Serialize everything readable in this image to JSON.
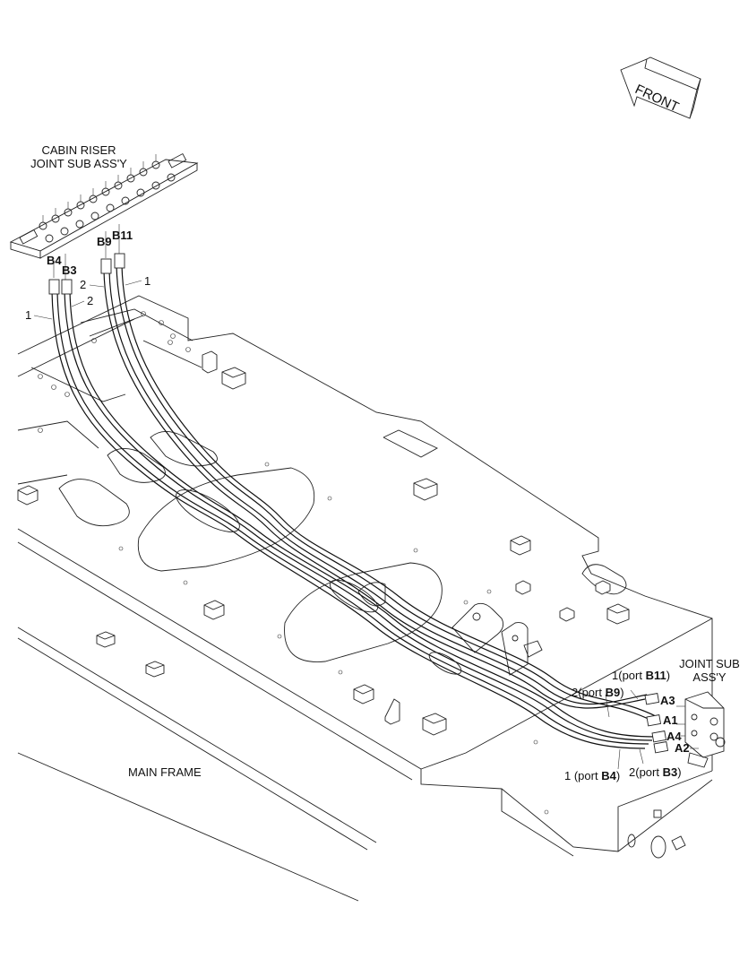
{
  "labels": {
    "front": "FRONT",
    "cabin_riser": [
      "CABIN RISER",
      "JOINT SUB ASS'Y"
    ],
    "joint_sub": [
      "JOINT SUB",
      "ASS'Y"
    ],
    "main_frame": "MAIN FRAME"
  },
  "ports_top": {
    "b4": "B4",
    "b3": "B3",
    "b9": "B9",
    "b11": "B11"
  },
  "hose_numbers_top": {
    "h1_left": "1",
    "h2_left": "2",
    "h2_right": "2",
    "h1_right": "1"
  },
  "callouts_right": {
    "c1": {
      "num": "1",
      "pre": "(port ",
      "port": "B11",
      "post": ")"
    },
    "c2": {
      "num": "2",
      "pre": "(port ",
      "port": "B9",
      "post": ")"
    },
    "c3": {
      "num": "1",
      "pre": " (port ",
      "port": "B4",
      "post": ")"
    },
    "c4": {
      "num": "2",
      "pre": "(port ",
      "port": "B3",
      "post": ")"
    }
  },
  "ports_right": {
    "a3": "A3",
    "a1": "A1",
    "a4": "A4",
    "a2": "A2"
  }
}
